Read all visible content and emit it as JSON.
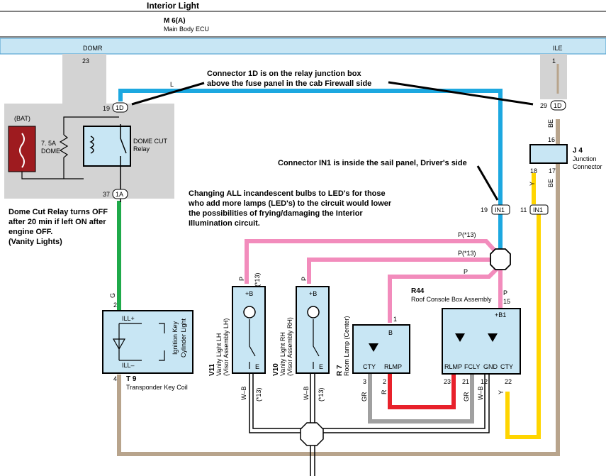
{
  "header": {
    "title": "Interior Light",
    "ecu_code": "M 6(A)",
    "ecu_name": "Main Body ECU"
  },
  "ecu_pins": {
    "domr_label": "DOMR",
    "domr_pin": "23",
    "ile_label": "ILE",
    "ile_pin": "1"
  },
  "wire_colors": {
    "L": "#1da8e0",
    "G": "#1faa4a",
    "P": "#f28cbc",
    "BR": "#b8a48c",
    "Y": "#ffd500",
    "R": "#e8212b",
    "GR": "#a0a0a0",
    "WB": "#000000"
  },
  "connectors": {
    "c19_1D": {
      "pin": "19",
      "id": "1D"
    },
    "c29_1D": {
      "pin": "29",
      "id": "1D"
    },
    "c37_1A": {
      "pin": "37",
      "id": "1A"
    },
    "c19_IN1": {
      "pin": "19",
      "id": "IN1"
    },
    "c11_IN1": {
      "pin": "11",
      "id": "IN1"
    }
  },
  "labels": {
    "bat": "(BAT)",
    "fuse_rating": "7. 5A",
    "fuse_name": "DOME",
    "relay_name_1": "DOME CUT",
    "relay_name_2": "Relay",
    "wire_L": "L",
    "wire_BE_1": "BE",
    "wire_BE_2": "BE",
    "wire_Y_1": "Y",
    "wire_G": "G",
    "wire_pin2": "2",
    "wire_pin4": "4",
    "wire_pin15": "15",
    "wire_P_main": "P",
    "wire_P13_1": "P(*13)",
    "wire_P13_2": "P(*13)",
    "wire_P_r44": "P",
    "j4_code": "J 4",
    "j4_name_1": "Junction",
    "j4_name_2": "Connector",
    "j4_pin16": "16",
    "j4_pin18": "18",
    "j4_pin17": "17",
    "r44_code": "R44",
    "r44_name": "Roof Console Box Assembly",
    "r44_b1": "+B1",
    "r44_rlmp": "RLMP",
    "r44_fcly": "FCLY",
    "r44_gnd": "GND",
    "r44_cty": "CTY",
    "r44_pin23": "23",
    "r44_pin21": "21",
    "r44_pin12": "12",
    "r44_pin22": "22",
    "r7_code": "R 7",
    "r7_name": "Room Lamp (Center)",
    "r7_b": "B",
    "r7_cty": "CTY",
    "r7_rlmp": "RLMP",
    "r7_pin1": "1",
    "r7_pin3": "3",
    "r7_pin2": "2",
    "v10_code": "V10",
    "v10_name_1": "Vanity Light RH",
    "v10_name_2": "(Visor Assembly RH)",
    "v11_code": "V11",
    "v11_name_1": "Vanity Light LH",
    "v11_name_2": "(Visor Assembly LH)",
    "vanity_b": "+B",
    "vanity_e": "E",
    "wire_P_v11": "P",
    "wire_13_v11": "(*13)",
    "wire_P_v10": "P",
    "wire_WB_1": "W–B",
    "wire_13_a": "(*13)",
    "wire_WB_2": "W–B",
    "wire_13_b": "(*13)",
    "wire_GR_1": "GR",
    "wire_R_1": "R",
    "wire_GR_2": "GR",
    "wire_WB_3": "W–B",
    "wire_Y_2": "Y",
    "t9_code": "T 9",
    "t9_name": "Transponder Key Coil",
    "t9_ill_plus": "ILL+",
    "t9_ill_minus": "ILL–",
    "t9_side_1": "Ignition Key",
    "t9_side_2": "Cylinder Light"
  },
  "annotations": {
    "connector_1d_line1": "Connector 1D is on the relay junction box",
    "connector_1d_line2": "above the fuse panel in the cab Firewall side",
    "connector_in1": "Connector IN1 is inside the sail panel, Driver's side",
    "led_note_1": "Changing ALL incandescent bulbs to LED's for those",
    "led_note_2": "who add more lamps (LED's) to the circuit would lower",
    "led_note_3": "the possibilities of frying/damaging the Interior",
    "led_note_4": "Illumination circuit.",
    "relay_note_1": "Dome Cut Relay turns OFF",
    "relay_note_2": "after 20 min if left ON after",
    "relay_note_3": "engine OFF.",
    "relay_note_4": "(Vanity Lights)"
  }
}
